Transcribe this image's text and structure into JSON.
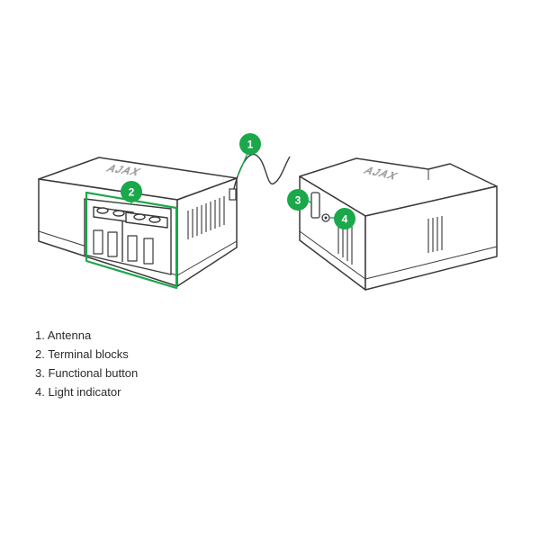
{
  "device": {
    "logo_text": "AJAX"
  },
  "markers": [
    {
      "number": "1",
      "label": "Antenna"
    },
    {
      "number": "2",
      "label": "Terminal blocks"
    },
    {
      "number": "3",
      "label": "Functional button"
    },
    {
      "number": "4",
      "label": "Light indicator"
    }
  ],
  "legend": [
    {
      "text": "1. Antenna"
    },
    {
      "text": "2. Terminal blocks"
    },
    {
      "text": "3. Functional button"
    },
    {
      "text": "4. Light indicator"
    }
  ],
  "colors": {
    "accent": "#1aa84b",
    "outline": "#3a3a3a",
    "vents": "#555555",
    "text": "#2b2b2b"
  }
}
